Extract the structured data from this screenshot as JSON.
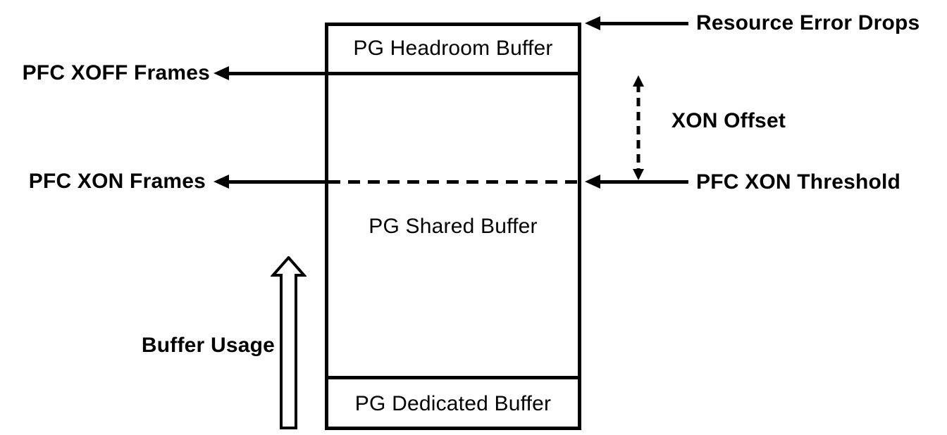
{
  "box": {
    "sections": [
      {
        "label": "PG Headroom Buffer"
      },
      {
        "label": "PG Shared Buffer"
      },
      {
        "label": "PG Dedicated Buffer"
      }
    ]
  },
  "annotations": {
    "left": [
      {
        "label": "PFC XOFF Frames"
      },
      {
        "label": "PFC XON Frames"
      }
    ],
    "right": [
      {
        "label": "Resource Error Drops"
      },
      {
        "label": "XON Offset"
      },
      {
        "label": "PFC XON Threshold"
      }
    ],
    "axis": {
      "label": "Buffer Usage"
    }
  },
  "colors": {
    "line": "#000000",
    "background": "#ffffff",
    "box_fill": "#ffffff"
  }
}
